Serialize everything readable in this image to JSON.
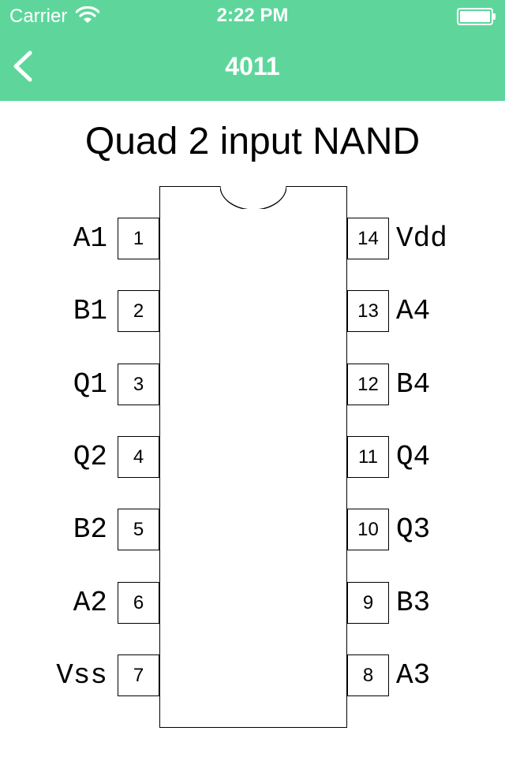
{
  "status_bar": {
    "carrier": "Carrier",
    "time": "2:22 PM",
    "wifi_icon": "wifi-icon",
    "battery_icon": "battery-icon"
  },
  "nav_bar": {
    "title": "4011",
    "back_icon": "chevron-left-icon",
    "background_color": "#5ed69b"
  },
  "chip": {
    "title": "Quad 2 input NAND",
    "left_pins": [
      {
        "number": "1",
        "label": "A1"
      },
      {
        "number": "2",
        "label": "B1"
      },
      {
        "number": "3",
        "label": "Q1"
      },
      {
        "number": "4",
        "label": "Q2"
      },
      {
        "number": "5",
        "label": "B2"
      },
      {
        "number": "6",
        "label": "A2"
      },
      {
        "number": "7",
        "label": "Vss"
      }
    ],
    "right_pins": [
      {
        "number": "14",
        "label": "Vdd"
      },
      {
        "number": "13",
        "label": "A4"
      },
      {
        "number": "12",
        "label": "B4"
      },
      {
        "number": "11",
        "label": "Q4"
      },
      {
        "number": "10",
        "label": "Q3"
      },
      {
        "number": "9",
        "label": "B3"
      },
      {
        "number": "8",
        "label": "A3"
      }
    ]
  }
}
